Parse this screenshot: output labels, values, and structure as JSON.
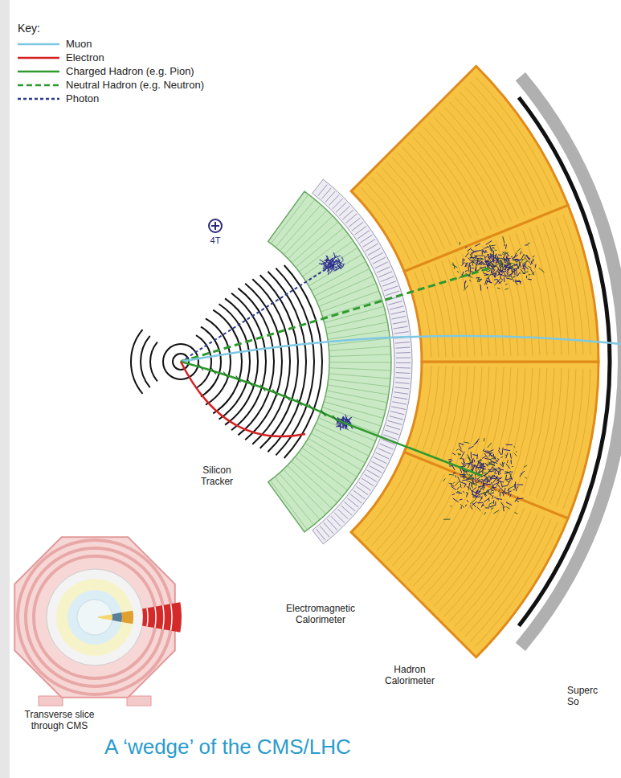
{
  "diagram": {
    "caption": "A ‘wedge’ of the CMS/LHC",
    "labels": [
      "Key:",
      "4T",
      "Silicon Tracker",
      "Electromagnetic Calorimeter",
      "Hadron Calorimeter",
      "Superc So",
      "Transverse slice through CMS"
    ],
    "legend": [
      {
        "text": "Muon"
      },
      {
        "text": "Electron"
      },
      {
        "text": "Charged Hadron (e.g. Pion)"
      },
      {
        "text": "Neutral Hadron (e.g. Neutron)"
      },
      {
        "text": "Photon"
      }
    ]
  }
}
